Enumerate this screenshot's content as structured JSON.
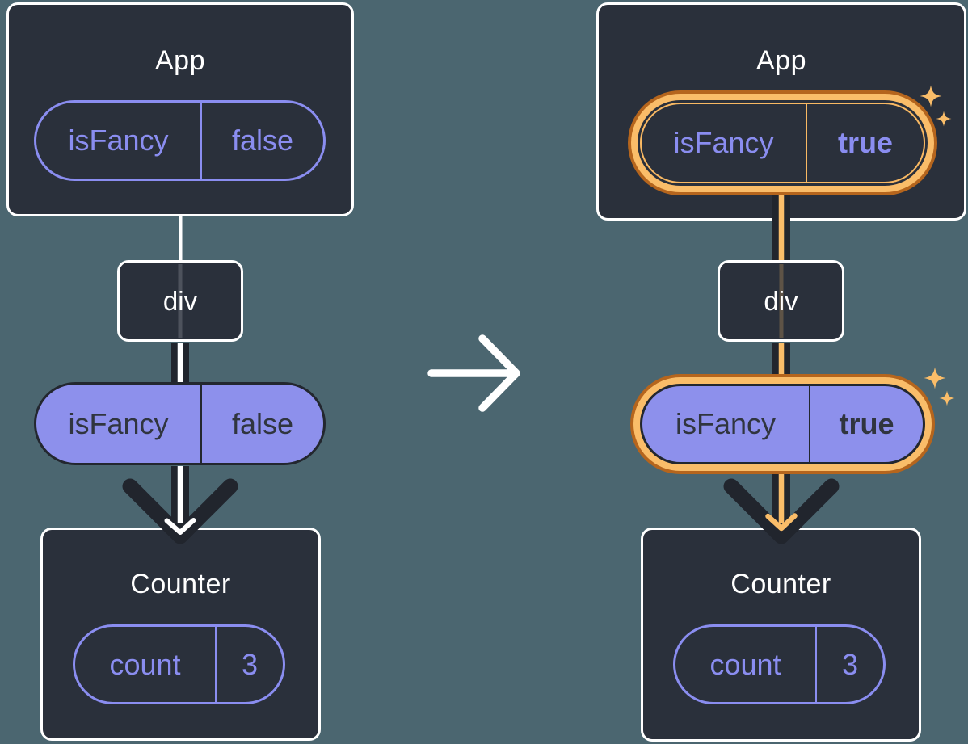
{
  "diagram_title": "state-lifted-up-transition",
  "colors": {
    "background": "#4B6670",
    "component_box": "#2A303B",
    "box_border": "#FFFFFF",
    "purple_accent": "#8A8DF0",
    "purple_pill_fill": "#8D90EC",
    "dark_ink": "#21252D",
    "highlight_orange_light": "#FABD69",
    "highlight_orange_dark": "#B5651D"
  },
  "before": {
    "app": {
      "title": "App",
      "state_name": "isFancy",
      "state_value": "false"
    },
    "div": {
      "label": "div"
    },
    "prop": {
      "name": "isFancy",
      "value": "false"
    },
    "counter": {
      "title": "Counter",
      "state_name": "count",
      "state_value": "3"
    }
  },
  "after": {
    "app": {
      "title": "App",
      "state_name": "isFancy",
      "state_value": "true"
    },
    "div": {
      "label": "div"
    },
    "prop": {
      "name": "isFancy",
      "value": "true"
    },
    "counter": {
      "title": "Counter",
      "state_name": "count",
      "state_value": "3"
    }
  },
  "icons": {
    "transition": "right-arrow",
    "highlight": "sparkles"
  }
}
